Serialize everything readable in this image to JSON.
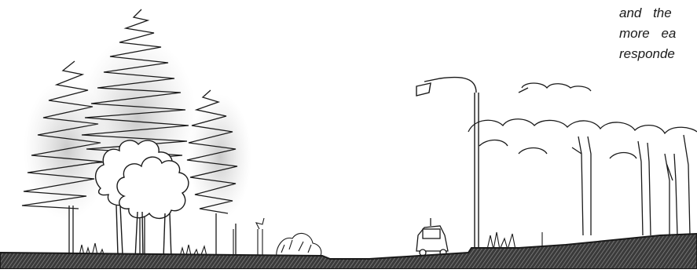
{
  "text_fragment": {
    "lines": [
      "and the",
      "more ea",
      "responde"
    ]
  },
  "colors": {
    "ink": "#1a1a1a",
    "ground_fill": "#2e2e2e",
    "ground_hatch": "#8a8a8a",
    "shade": "#b9b9b9"
  }
}
